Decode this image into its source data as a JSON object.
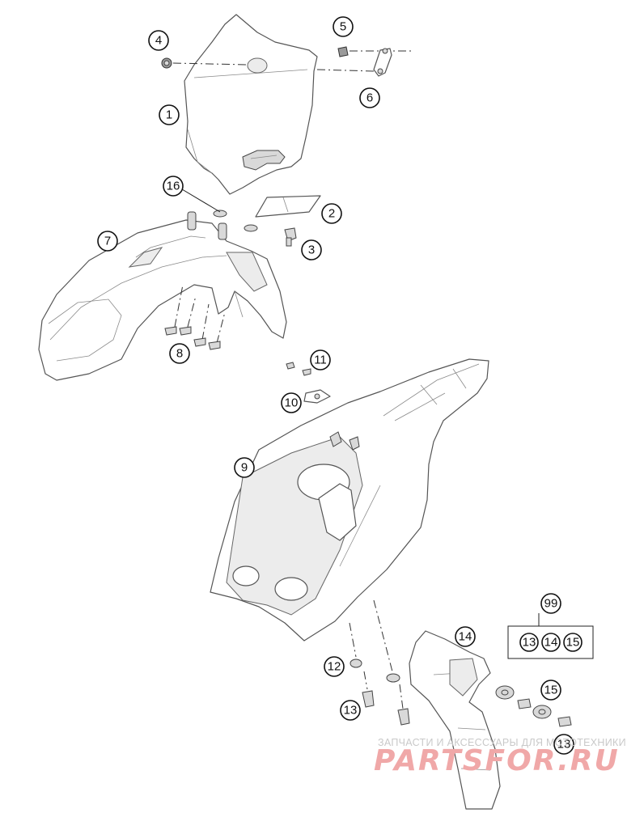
{
  "callouts": [
    {
      "id": "c1",
      "label": "1"
    },
    {
      "id": "c2",
      "label": "2"
    },
    {
      "id": "c3",
      "label": "3"
    },
    {
      "id": "c4",
      "label": "4"
    },
    {
      "id": "c5",
      "label": "5"
    },
    {
      "id": "c6",
      "label": "6"
    },
    {
      "id": "c7",
      "label": "7"
    },
    {
      "id": "c8",
      "label": "8"
    },
    {
      "id": "c9",
      "label": "9"
    },
    {
      "id": "c10",
      "label": "10"
    },
    {
      "id": "c11",
      "label": "11"
    },
    {
      "id": "c12",
      "label": "12"
    },
    {
      "id": "c13a",
      "label": "13"
    },
    {
      "id": "c13b",
      "label": "13"
    },
    {
      "id": "c14",
      "label": "14"
    },
    {
      "id": "c15",
      "label": "15"
    },
    {
      "id": "c16",
      "label": "16"
    }
  ],
  "kit": {
    "label": "99",
    "contents": [
      "13",
      "14",
      "15"
    ]
  },
  "watermark": {
    "line1": "ЗАПЧАСТИ И АКСЕССУАРЫ ДЛЯ МОТОТЕХНИКИ",
    "line2": "PARTSFOR.RU"
  }
}
